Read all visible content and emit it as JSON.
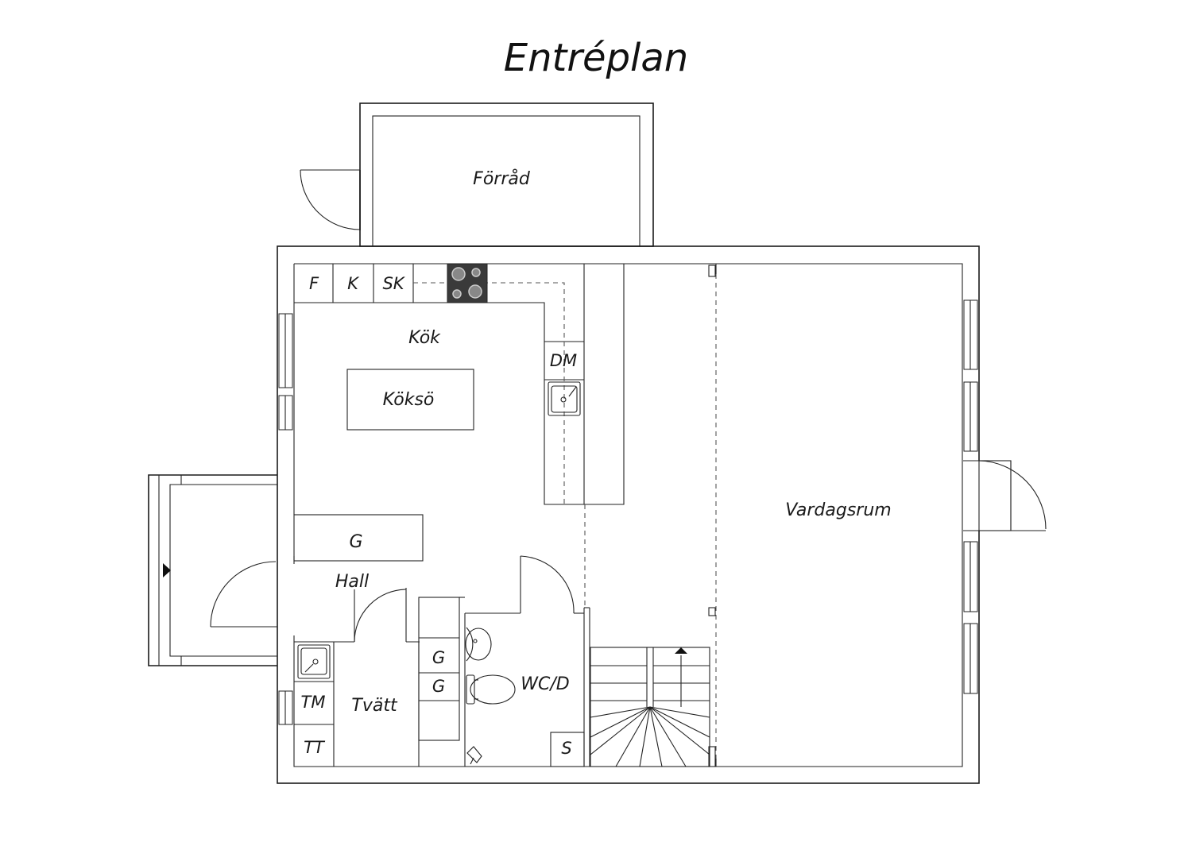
{
  "title": "Entréplan",
  "rooms": {
    "forrad": "Förråd",
    "kok": "Kök",
    "koksö": "Köksö",
    "hall": "Hall",
    "tvatt": "Tvätt",
    "wcd": "WC/D",
    "vardagsrum": "Vardagsrum"
  },
  "fixtures": {
    "f": "F",
    "k": "K",
    "sk": "SK",
    "dm": "DM",
    "g_hall": "G",
    "g_upper": "G",
    "g_lower": "G",
    "tm": "TM",
    "tt": "TT",
    "s": "S"
  }
}
